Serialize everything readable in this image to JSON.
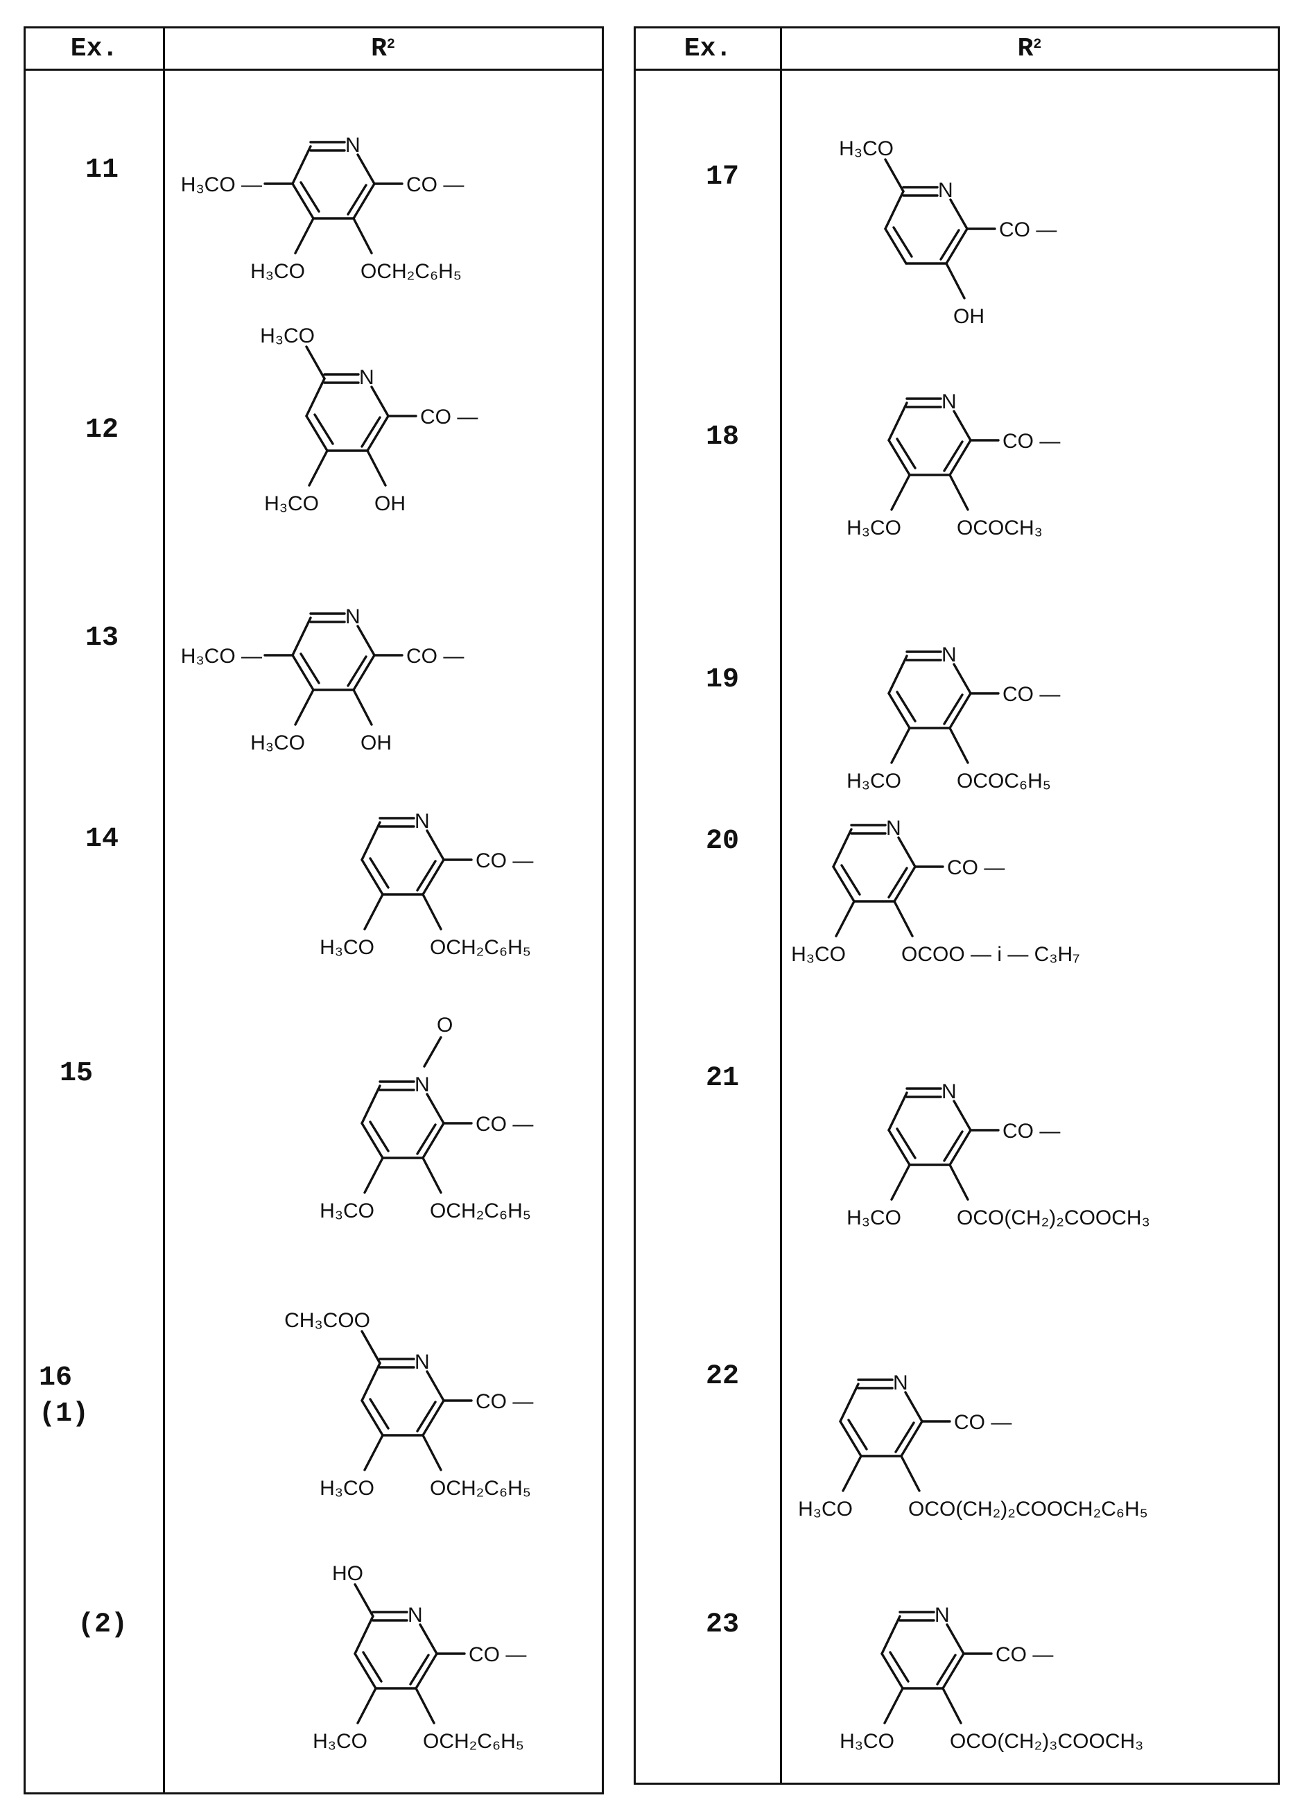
{
  "headers": {
    "left": {
      "ex": "Ex.",
      "r": "R",
      "r_sup": "2"
    },
    "right": {
      "ex": "Ex.",
      "r": "R",
      "r_sup": "2"
    }
  },
  "entries": [
    {
      "ex": "11",
      "labels": {
        "n": "N",
        "tr": "",
        "tl": "",
        "r2": "CO —",
        "r5": "H₃CO —",
        "bl": "H₃CO",
        "br": "OCH₂C₆H₅",
        "t": ""
      }
    },
    {
      "ex": "12",
      "labels": {
        "n": "N",
        "tr": "",
        "tl": "H₃CO",
        "r2": "CO —",
        "r5": "",
        "bl": "H₃CO",
        "br": "OH",
        "t": ""
      }
    },
    {
      "ex": "13",
      "labels": {
        "n": "N",
        "tr": "",
        "tl": "",
        "r2": "CO —",
        "r5": "H₃CO —",
        "bl": "H₃CO",
        "br": "OH",
        "t": ""
      }
    },
    {
      "ex": "14",
      "labels": {
        "n": "N",
        "tr": "",
        "tl": "",
        "r2": "CO —",
        "r5": "",
        "bl": "H₃CO",
        "br": "OCH₂C₆H₅",
        "t": ""
      }
    },
    {
      "ex": "15",
      "labels": {
        "n": "N",
        "tr": "",
        "tl": "",
        "r2": "CO —",
        "r5": "",
        "bl": "H₃CO",
        "br": "OCH₂C₆H₅",
        "t": "O"
      }
    },
    {
      "ex": "16\n(1)",
      "labels": {
        "n": "N",
        "tr": "",
        "tl": "CH₃COO",
        "r2": "CO —",
        "r5": "",
        "bl": "H₃CO",
        "br": "OCH₂C₆H₅",
        "t": ""
      }
    },
    {
      "ex": "(2)",
      "labels": {
        "n": "N",
        "tr": "",
        "tl": "HO",
        "r2": "CO —",
        "r5": "",
        "bl": "H₃CO",
        "br": "OCH₂C₆H₅",
        "t": ""
      }
    },
    {
      "ex": "17",
      "labels": {
        "n": "N",
        "tr": "",
        "tl": "H₃CO",
        "r2": "CO —",
        "r5": "",
        "bl": "",
        "br": "OH",
        "t": ""
      }
    },
    {
      "ex": "18",
      "labels": {
        "n": "N",
        "tr": "",
        "tl": "",
        "r2": "CO —",
        "r5": "",
        "bl": "H₃CO",
        "br": "OCOCH₃",
        "t": ""
      }
    },
    {
      "ex": "19",
      "labels": {
        "n": "N",
        "tr": "",
        "tl": "",
        "r2": "CO —",
        "r5": "",
        "bl": "H₃CO",
        "br": "OCOC₆H₅",
        "t": ""
      }
    },
    {
      "ex": "20",
      "labels": {
        "n": "N",
        "tr": "",
        "tl": "",
        "r2": "CO —",
        "r5": "",
        "bl": "H₃CO",
        "br": "OCOO — i — C₃H₇",
        "t": ""
      }
    },
    {
      "ex": "21",
      "labels": {
        "n": "N",
        "tr": "",
        "tl": "",
        "r2": "CO —",
        "r5": "",
        "bl": "H₃CO",
        "br": "OCO(CH₂)₂COOCH₃",
        "t": ""
      }
    },
    {
      "ex": "22",
      "labels": {
        "n": "N",
        "tr": "",
        "tl": "",
        "r2": "CO —",
        "r5": "",
        "bl": "H₃CO",
        "br": "OCO(CH₂)₂COOCH₂C₆H₅",
        "t": ""
      }
    },
    {
      "ex": "23",
      "labels": {
        "n": "N",
        "tr": "",
        "tl": "",
        "r2": "CO —",
        "r5": "",
        "bl": "H₃CO",
        "br": "OCO(CH₂)₃COOCH₃",
        "t": ""
      }
    }
  ]
}
